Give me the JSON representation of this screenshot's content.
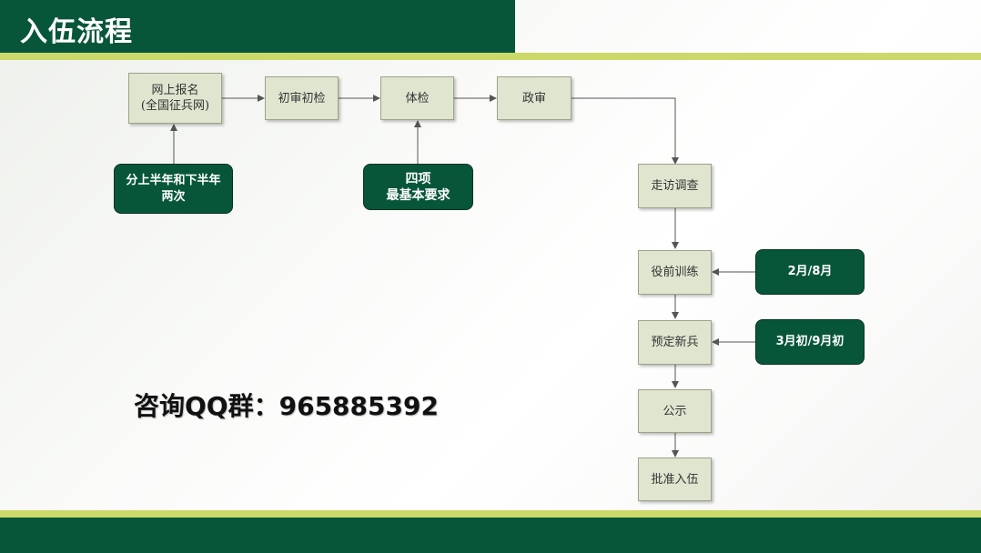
{
  "header": {
    "title": "入伍流程"
  },
  "flow": {
    "online": "网上报名\n(全国征兵网)",
    "preliminary": "初审初检",
    "physical": "体检",
    "political": "政审",
    "visit": "走访调查",
    "pretraining": "役前训练",
    "preset": "预定新兵",
    "publicity": "公示",
    "approve": "批准入伍"
  },
  "notes": {
    "halfyear": "分上半年和下半年\n两次",
    "four": "四项\n最基本要求",
    "month": "2月/8月",
    "early": "3月初/9月初"
  },
  "contact": {
    "qq": "咨询QQ群：965885392"
  },
  "colors": {
    "dark_green": "#08563a",
    "accent_line": "#cbd86a",
    "box_fill": "#dfe5cf"
  }
}
